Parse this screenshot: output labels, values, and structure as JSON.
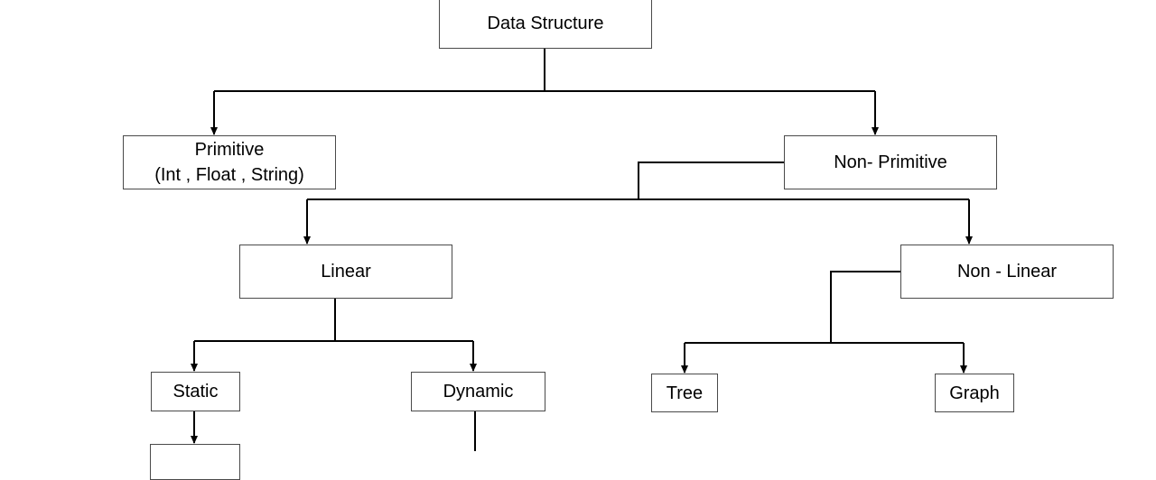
{
  "diagram": {
    "root": {
      "label": "Data Structure"
    },
    "primitive": {
      "label": "Primitive",
      "sublabel": "(Int , Float , String)"
    },
    "non_primitive": {
      "label": "Non- Primitive"
    },
    "linear": {
      "label": "Linear"
    },
    "non_linear": {
      "label": "Non - Linear"
    },
    "static": {
      "label": "Static"
    },
    "dynamic": {
      "label": "Dynamic"
    },
    "tree": {
      "label": "Tree"
    },
    "graph": {
      "label": "Graph"
    },
    "static_child": {
      "label": ""
    }
  },
  "colors": {
    "stroke": "#000000",
    "box_border": "#4a4a4a",
    "background": "#ffffff",
    "text": "#000000"
  }
}
